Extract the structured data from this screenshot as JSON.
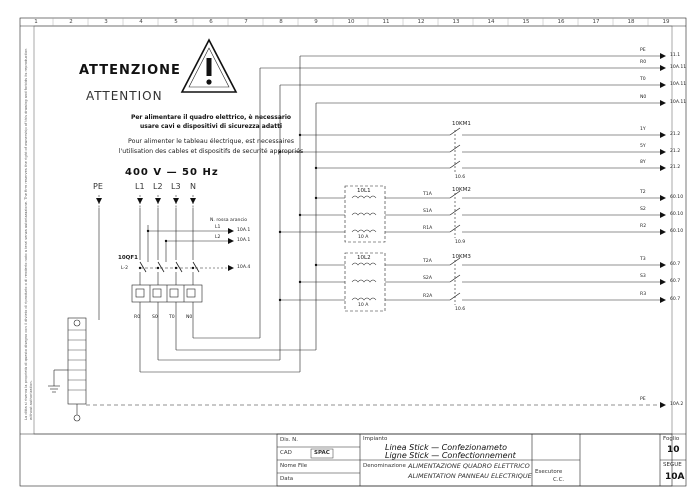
{
  "grid": {
    "columns": [
      "1",
      "2",
      "3",
      "4",
      "5",
      "6",
      "7",
      "8",
      "9",
      "10",
      "11",
      "12",
      "13",
      "14",
      "15",
      "16",
      "17",
      "18",
      "19"
    ]
  },
  "warning": {
    "title_it": "ATTENZIONE",
    "title_fr": "ATTENTION",
    "text_it_1": "Per alimentare il quadro elettrico, è necessario",
    "text_it_2": "usare cavi e dispositivi di sicurezza adatti",
    "text_fr_1": "Pour alimenter le tableau électrique, est necessaires",
    "text_fr_2": "l'utilisation des cables et dispositifs de securité appropriés",
    "voltage": "400  V  —  50  Hz"
  },
  "supply": {
    "phases": [
      "PE",
      "L1",
      "L2",
      "L3",
      "N"
    ],
    "breaker": "10QF1",
    "breaker_sub": "L-2",
    "terminals_bottom": [
      "R0",
      "S0",
      "T0",
      "N0"
    ],
    "aux_note": "N. rossa arancio",
    "aux_refs": [
      "10A.1",
      "10A.1"
    ],
    "aux_wires": [
      "L1",
      "L2"
    ],
    "ref_10a4": "10A.4"
  },
  "outputs": {
    "top": [
      {
        "wire": "PE",
        "ref": "11.1"
      },
      {
        "wire": "R0",
        "ref": "10A.11"
      },
      {
        "wire": "T0",
        "ref": "10A.11"
      },
      {
        "wire": "N0",
        "ref": "10A.11"
      }
    ],
    "km1": [
      {
        "wire": "1Y",
        "ref": "21.2"
      },
      {
        "wire": "5Y",
        "ref": "21.2"
      },
      {
        "wire": "8Y",
        "ref": "21.2"
      }
    ],
    "km2": [
      {
        "wire": "T2",
        "ref": "60.10"
      },
      {
        "wire": "S2",
        "ref": "60.10"
      },
      {
        "wire": "R2",
        "ref": "60.10"
      }
    ],
    "km3": [
      {
        "wire": "T3",
        "ref": "60.7"
      },
      {
        "wire": "S3",
        "ref": "60.7"
      },
      {
        "wire": "R3",
        "ref": "60.7"
      }
    ],
    "pe_bottom": {
      "wire": "PE",
      "ref": "10A.2"
    }
  },
  "components": {
    "km1": "10KM1",
    "km2": "10KM2",
    "km3": "10KM3",
    "km1_sub": "10.6",
    "km2_sub": "10.9",
    "km3_sub": "10.6",
    "tr1": "10L1",
    "tr2": "10L2",
    "tr1_sub": "10 A",
    "tr2_sub": "10 A",
    "wires_km2": [
      "T1A",
      "S1A",
      "R1A"
    ],
    "wires_km3": [
      "T2A",
      "S2A",
      "R2A"
    ]
  },
  "title_block": {
    "dis_label": "Dis. N.",
    "cad_label": "CAD",
    "cad_value": "SPAC",
    "nome_file_label": "Nome File",
    "data_label": "Data",
    "impianto_label": "Impianto",
    "line_it": "Linea Stick  —  Confezionameto",
    "line_fr": "Ligne Stick  —  Confectionnement",
    "denominazione_label": "Denominazione",
    "denom_it": "ALIMENTAZIONE QUADRO ELETTRICO",
    "denom_fr": "ALIMENTATION PANNEAU ELECTRIQUE",
    "esecutore_label": "Esecutore",
    "esecutore_value": "C.C.",
    "foglio_label": "Foglio",
    "foglio_value": "10",
    "segue_label": "SEGUE",
    "segue_value": "10A"
  },
  "side_note": "La ditta si riserva la proprietà di questo disegno con il divieto di riprodurlo o di renderlo noto a terzi senza autorizzazione. The firm reserves the right of ownership of this drawing and forbids its reproduction without authorization."
}
